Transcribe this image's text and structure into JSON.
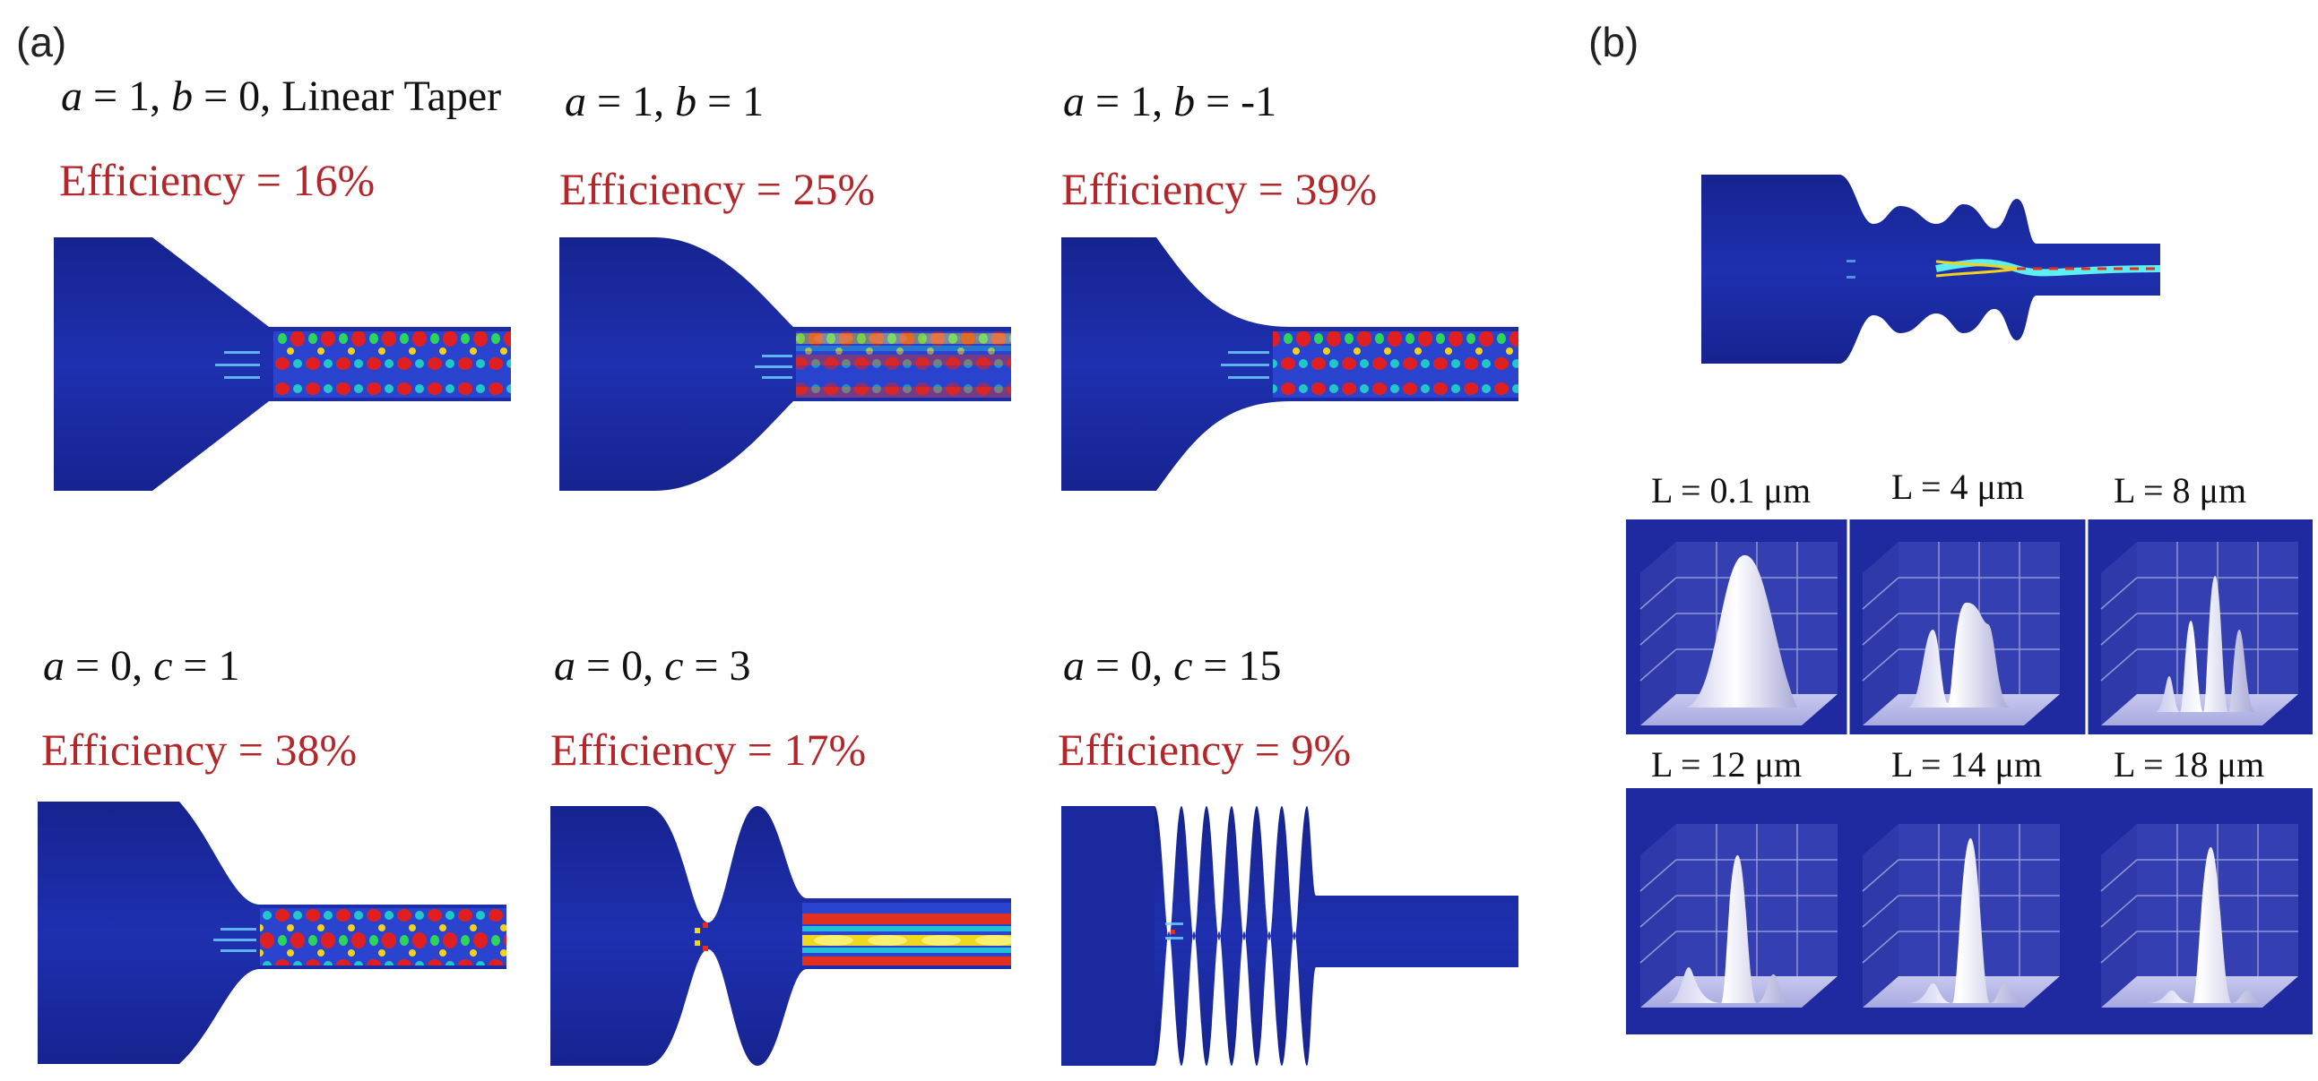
{
  "panel_a": {
    "label": "(a)",
    "cases": [
      {
        "a": "1",
        "b_or_c_name": "b",
        "b_or_c": "0",
        "extra": ", Linear Taper",
        "efficiency": "Efficiency = 16%"
      },
      {
        "a": "1",
        "b_or_c_name": "b",
        "b_or_c": "1",
        "extra": "",
        "efficiency": "Efficiency = 25%"
      },
      {
        "a": "1",
        "b_or_c_name": "b",
        "b_or_c": "-1",
        "extra": "",
        "efficiency": "Efficiency = 39%"
      },
      {
        "a": "0",
        "b_or_c_name": "c",
        "b_or_c": "1",
        "extra": "",
        "efficiency": "Efficiency = 38%"
      },
      {
        "a": "0",
        "b_or_c_name": "c",
        "b_or_c": "3",
        "extra": "",
        "efficiency": "Efficiency = 17%"
      },
      {
        "a": "0",
        "b_or_c_name": "c",
        "b_or_c": "15",
        "extra": "",
        "efficiency": "Efficiency = 9%"
      }
    ]
  },
  "panel_b": {
    "label": "(b)",
    "mode_labels": [
      "L  = 0.1 μm",
      "L  = 4 μm",
      "L  = 8 μm",
      "L  = 12 μm",
      "L  = 14 μm",
      "L  = 18 μm"
    ]
  },
  "colors": {
    "waveguide": "#1a2a9e",
    "efficiency_text": "#b3262a",
    "mode_background": "#1f2aa0"
  }
}
